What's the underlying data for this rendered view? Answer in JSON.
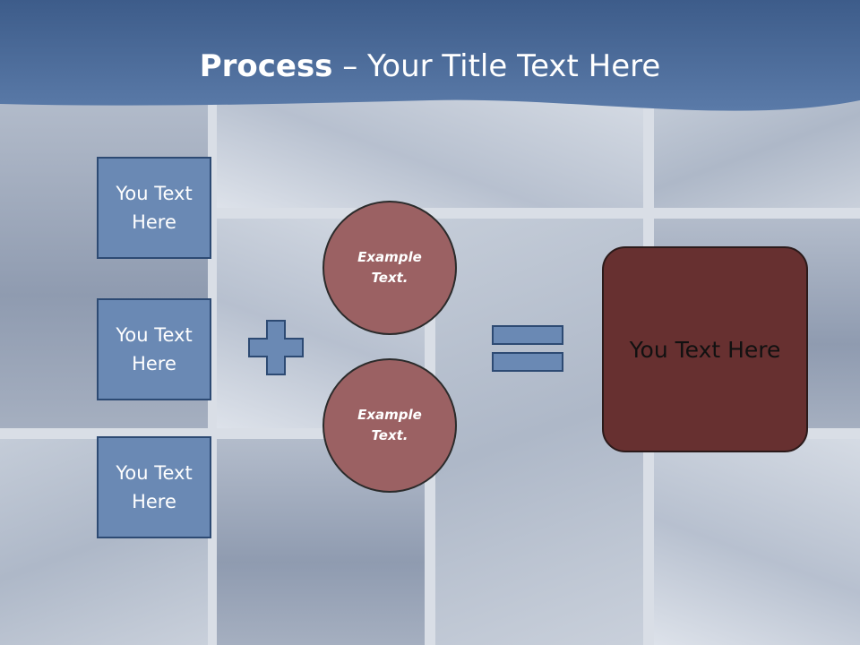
{
  "slide": {
    "title_bold": "Process",
    "title_rest": " – Your Title Text Here"
  },
  "left_boxes": [
    {
      "label": "You Text Here"
    },
    {
      "label": "You Text Here"
    },
    {
      "label": "You Text Here"
    }
  ],
  "circles": [
    {
      "label": "Example Text."
    },
    {
      "label": "Example Text."
    }
  ],
  "result_box": {
    "label": "You Text Here"
  },
  "icons": {
    "plus": "plus-icon",
    "equals": "equals-icon"
  },
  "colors": {
    "header": "#4a6a98",
    "box_fill": "#6a89b4",
    "circle_fill": "#9b6163",
    "result_fill": "#673030"
  }
}
